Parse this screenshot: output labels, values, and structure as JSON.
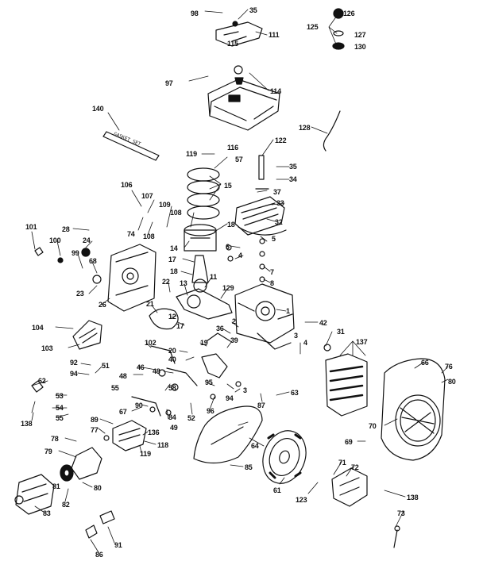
{
  "gasket_set_text": "GASKET SET",
  "callouts": {
    "98": "98",
    "35a": "35",
    "126": "126",
    "125": "125",
    "127": "127",
    "111": "111",
    "115": "115",
    "130": "130",
    "97": "97",
    "114": "114",
    "140": "140",
    "128": "128",
    "122": "122",
    "116": "116",
    "119a": "119",
    "57": "57",
    "35b": "35",
    "34": "34",
    "15": "15",
    "37": "37",
    "106": "106",
    "107": "107",
    "109": "109",
    "74": "74",
    "108a": "108",
    "108b": "108",
    "33": "33",
    "32": "32",
    "101": "101",
    "28": "28",
    "18": "18",
    "100": "100",
    "24": "24",
    "5": "5",
    "6": "6",
    "4a": "4",
    "99": "99",
    "14": "14",
    "68": "68",
    "17a": "17",
    "7": "7",
    "18b": "18",
    "8": "8",
    "23": "23",
    "26": "26",
    "22": "22",
    "13": "13",
    "11": "11",
    "129": "129",
    "1": "1",
    "21": "21",
    "12": "12",
    "17b": "17",
    "42": "42",
    "104": "104",
    "36": "36",
    "2": "2",
    "3a": "3",
    "31": "31",
    "103": "103",
    "39": "39",
    "137": "137",
    "4b": "4",
    "102": "102",
    "19": "19",
    "20": "20",
    "40": "40",
    "66": "66",
    "76": "76",
    "80": "80",
    "92": "92",
    "51": "51",
    "48": "48",
    "46": "46",
    "48b": "48",
    "94": "94",
    "62": "62",
    "95": "95",
    "55a": "55",
    "3b": "3",
    "63": "63",
    "53": "53",
    "54": "54",
    "58": "58",
    "138a": "138",
    "96": "96",
    "55b": "55",
    "90": "90",
    "67": "67",
    "64": "64",
    "94b": "94",
    "87": "87",
    "52": "52",
    "89": "89",
    "77": "77",
    "136": "136",
    "49": "49",
    "70": "70",
    "118": "118",
    "119b": "119",
    "69": "69",
    "78": "78",
    "79": "79",
    "84": "84",
    "71": "71",
    "72": "72",
    "81": "81",
    "80b": "80",
    "85": "85",
    "61": "61",
    "123": "123",
    "82": "82",
    "138b": "138",
    "83": "83",
    "73": "73",
    "91": "91",
    "86": "86"
  }
}
